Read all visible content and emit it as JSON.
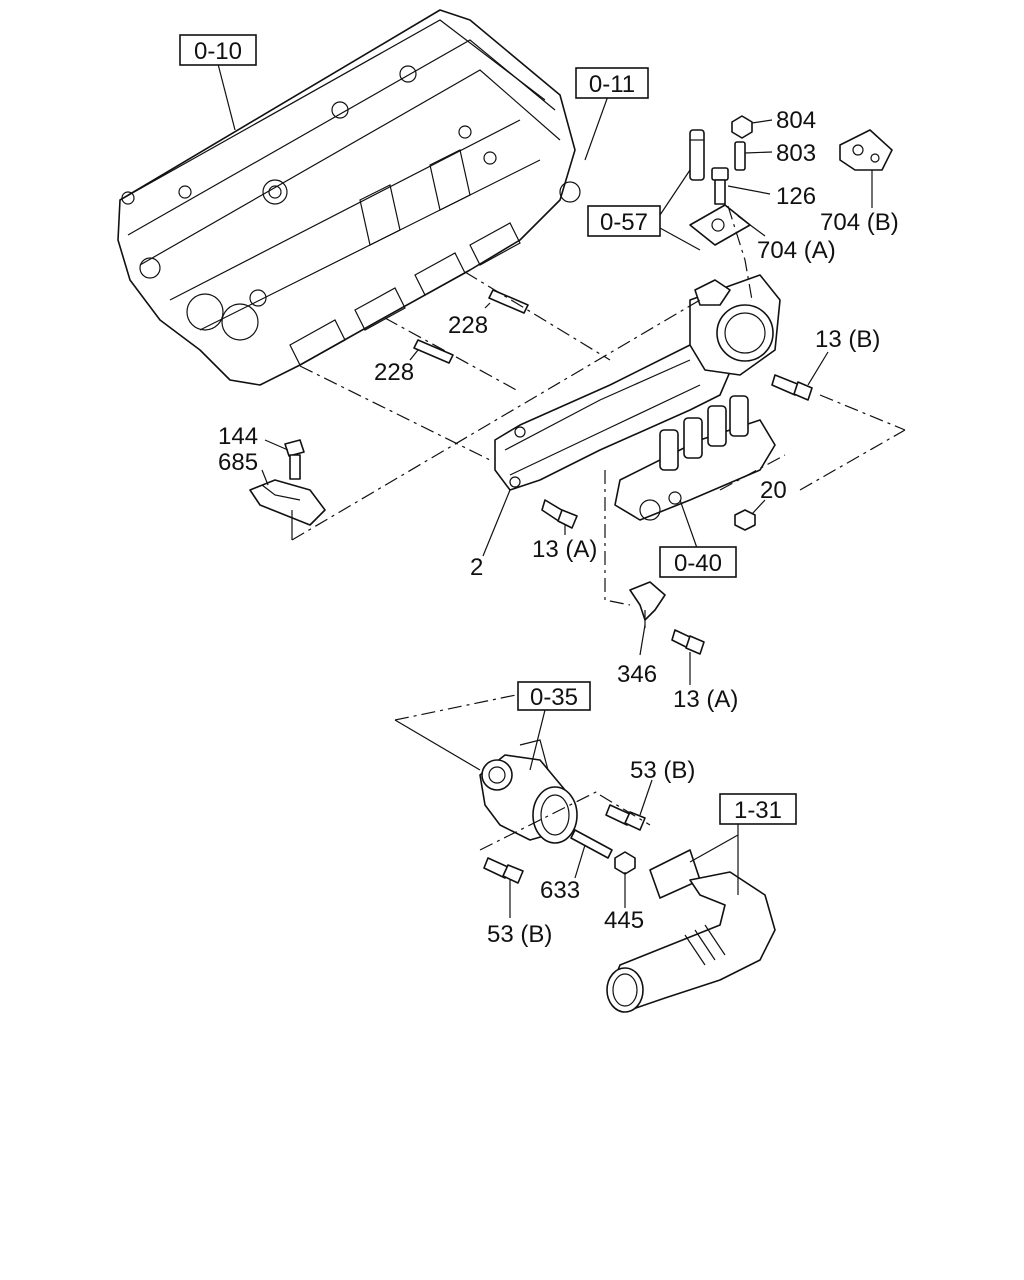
{
  "ref_boxes": [
    "0-10",
    "0-11",
    "0-57",
    "0-40",
    "0-35",
    "1-31"
  ],
  "part_labels": [
    "804",
    "803",
    "126",
    "704 (B)",
    "704 (A)",
    "228",
    "228",
    "13 (B)",
    "144",
    "685",
    "20",
    "13 (A)",
    "2",
    "346",
    "13 (A)",
    "53 (B)",
    "633",
    "445",
    "53 (B)"
  ]
}
